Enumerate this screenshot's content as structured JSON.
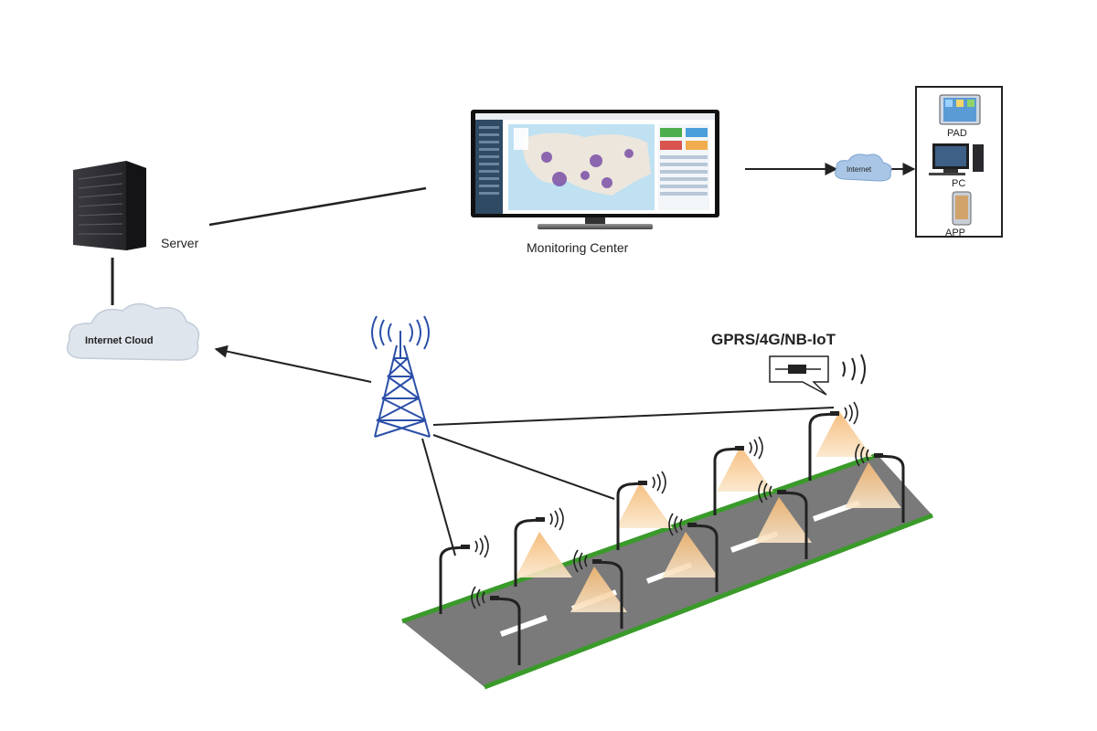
{
  "labels": {
    "server": "Server",
    "monitoring_center": "Monitoring Center",
    "internet_cloud": "Internet Cloud",
    "internet": "Internet",
    "pad": "PAD",
    "pc": "PC",
    "app": "APP",
    "network": "GPRS/4G/NB-IoT"
  },
  "colors": {
    "server": "#2c2c30",
    "cloud": "#dfe5ec",
    "small_cloud": "#a9c6e6",
    "tower": "#2b4fa8",
    "road": "#777777",
    "road_edge": "#3a9a2a",
    "lamp_light": "#f6c98a",
    "map_sea": "#bfe1f2",
    "map_land": "#ece6dc",
    "map_highlight": "#7c4fa8"
  },
  "icons": [
    "server-icon",
    "monitor-icon",
    "cloud-icon",
    "tower-icon",
    "tablet-icon",
    "desktop-icon",
    "phone-icon",
    "gateway-icon",
    "streetlight-icon"
  ]
}
